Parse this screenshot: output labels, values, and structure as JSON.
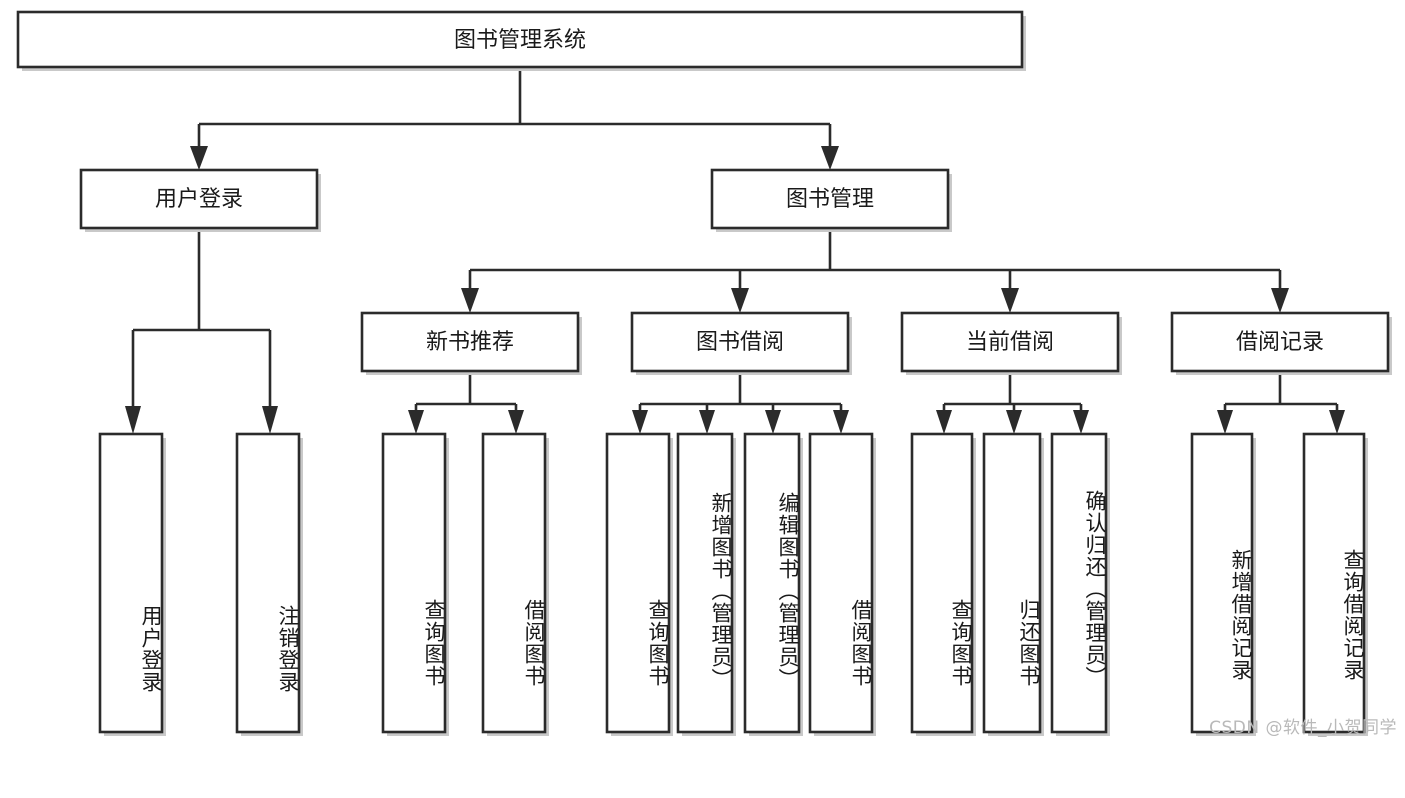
{
  "diagram": {
    "type": "tree-hierarchy",
    "title": "图书管理系统",
    "watermark": "CSDN @软件_小贺同学",
    "colors": {
      "stroke": "#2b2b2b",
      "box_fill": "#ffffff",
      "text": "#1a1a1a",
      "background": "#ffffff",
      "watermark": "#b9b9b9"
    },
    "levels": [
      {
        "level": 1,
        "nodes": [
          {
            "id": "root",
            "label": "图书管理系统",
            "orientation": "horizontal"
          }
        ]
      },
      {
        "level": 2,
        "nodes": [
          {
            "id": "login",
            "label": "用户登录",
            "orientation": "horizontal",
            "parent": "root"
          },
          {
            "id": "bookmgmt",
            "label": "图书管理",
            "orientation": "horizontal",
            "parent": "root"
          }
        ]
      },
      {
        "level": 3,
        "nodes": [
          {
            "id": "newbook",
            "label": "新书推荐",
            "orientation": "horizontal",
            "parent": "bookmgmt"
          },
          {
            "id": "borrow",
            "label": "图书借阅",
            "orientation": "horizontal",
            "parent": "bookmgmt"
          },
          {
            "id": "current",
            "label": "当前借阅",
            "orientation": "horizontal",
            "parent": "bookmgmt"
          },
          {
            "id": "records",
            "label": "借阅记录",
            "orientation": "horizontal",
            "parent": "bookmgmt"
          }
        ]
      },
      {
        "level": 4,
        "nodes": [
          {
            "id": "leaf-1",
            "label": "用户登录",
            "orientation": "vertical",
            "parent": "login"
          },
          {
            "id": "leaf-2",
            "label": "注销登录",
            "orientation": "vertical",
            "parent": "login"
          },
          {
            "id": "leaf-3",
            "label": "查询图书",
            "orientation": "vertical",
            "parent": "newbook"
          },
          {
            "id": "leaf-4",
            "label": "借阅图书",
            "orientation": "vertical",
            "parent": "newbook"
          },
          {
            "id": "leaf-5",
            "label": "查询图书",
            "orientation": "vertical",
            "parent": "borrow"
          },
          {
            "id": "leaf-6",
            "label": "新增图书（管理员）",
            "orientation": "vertical",
            "parent": "borrow"
          },
          {
            "id": "leaf-7",
            "label": "编辑图书（管理员）",
            "orientation": "vertical",
            "parent": "borrow"
          },
          {
            "id": "leaf-8",
            "label": "借阅图书",
            "orientation": "vertical",
            "parent": "borrow"
          },
          {
            "id": "leaf-9",
            "label": "查询图书",
            "orientation": "vertical",
            "parent": "current"
          },
          {
            "id": "leaf-10",
            "label": "归还图书",
            "orientation": "vertical",
            "parent": "current"
          },
          {
            "id": "leaf-11",
            "label": "确认归还（管理员）",
            "orientation": "vertical",
            "parent": "current"
          },
          {
            "id": "leaf-12",
            "label": "新增借阅记录",
            "orientation": "vertical",
            "parent": "records"
          },
          {
            "id": "leaf-13",
            "label": "查询借阅记录",
            "orientation": "vertical",
            "parent": "records"
          }
        ]
      }
    ]
  }
}
